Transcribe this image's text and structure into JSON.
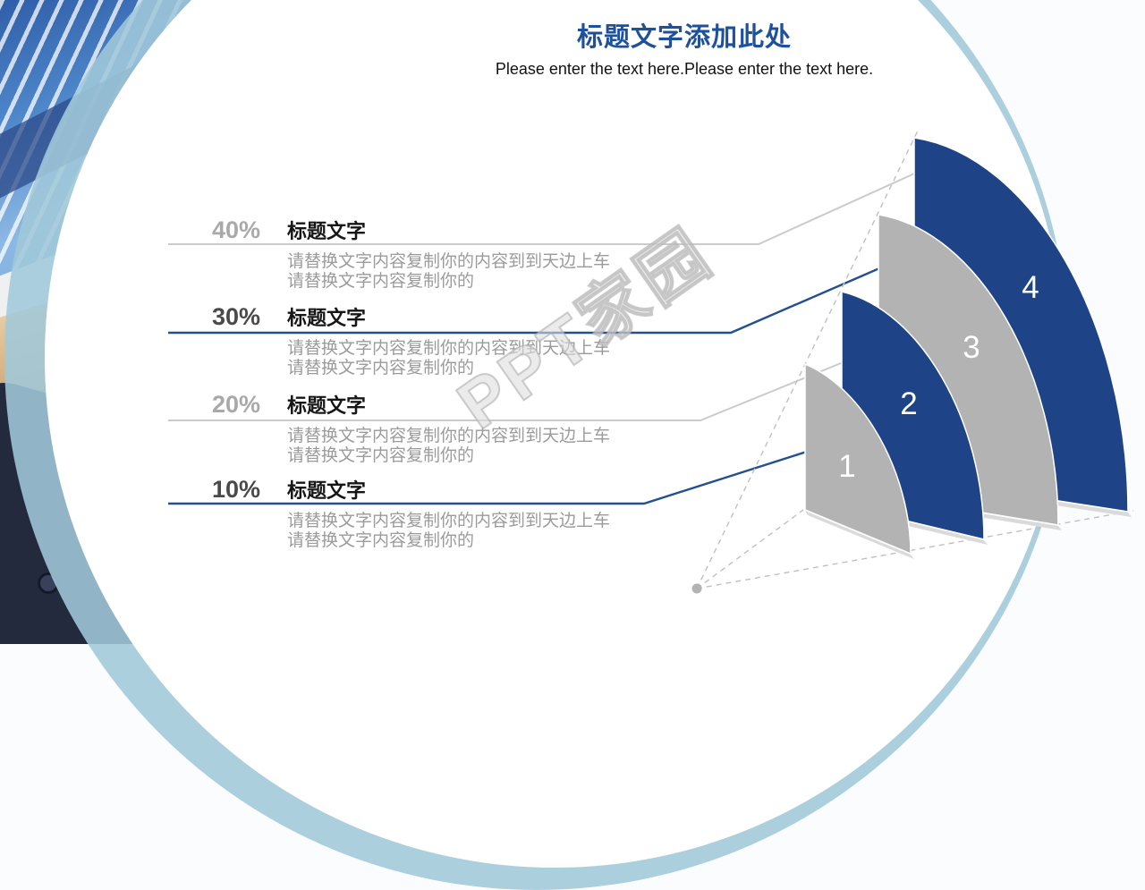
{
  "slide": {
    "title": "标题文字添加此处",
    "subtitle": "Please enter the text here.Please enter the text here."
  },
  "items": [
    {
      "percent": "40%",
      "title": "标题文字",
      "desc1": "请替换文字内容复制你的内容到到天边上车",
      "desc2": "请替换文字内容复制你的",
      "line_color": "#cbcbcb"
    },
    {
      "percent": "30%",
      "title": "标题文字",
      "desc1": "请替换文字内容复制你的内容到到天边上车",
      "desc2": "请替换文字内容复制你的",
      "line_color": "#24508e"
    },
    {
      "percent": "20%",
      "title": "标题文字",
      "desc1": "请替换文字内容复制你的内容到到天边上车",
      "desc2": "请替换文字内容复制你的",
      "line_color": "#cbcbcb"
    },
    {
      "percent": "10%",
      "title": "标题文字",
      "desc1": "请替换文字内容复制你的内容到到天边上车",
      "desc2": "请替换文字内容复制你的",
      "line_color": "#24508e"
    }
  ],
  "chart": {
    "type": "fan-perspective",
    "segments": [
      {
        "label": "1",
        "value": "10%",
        "color": "#b3b3b3"
      },
      {
        "label": "2",
        "value": "20%",
        "color": "#1e4386"
      },
      {
        "label": "3",
        "value": "30%",
        "color": "#b3b3b3"
      },
      {
        "label": "4",
        "value": "40%",
        "color": "#1e4386"
      }
    ]
  },
  "watermark": {
    "text": "PPT家园"
  },
  "colors": {
    "title_navy": "#1e509c",
    "sail_navy": "#1e4386",
    "sail_gray": "#b3b3b3",
    "line_gray": "#cbcbcb",
    "line_navy": "#24508e",
    "pct_light": "#a9a9a9",
    "pct_dark": "#4a4a4a",
    "desc_gray": "#9b9b9b",
    "band_blue": "#a0c8da"
  }
}
